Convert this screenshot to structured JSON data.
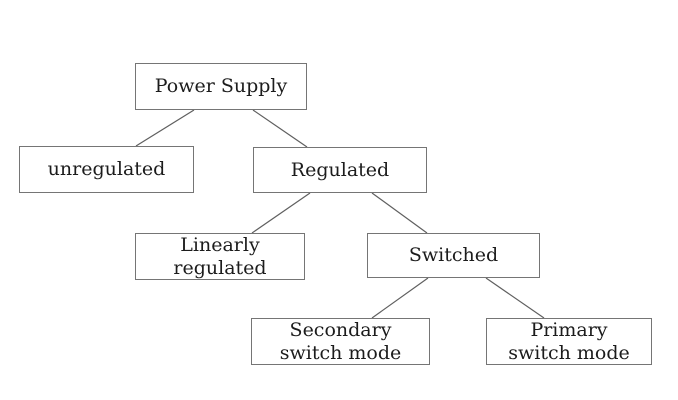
{
  "diagram": {
    "type": "tree",
    "nodes": {
      "power_supply": {
        "label": "Power Supply"
      },
      "unregulated": {
        "label": "unregulated"
      },
      "regulated": {
        "label": "Regulated"
      },
      "linearly_regulated": {
        "label": "Linearly\nregulated"
      },
      "switched": {
        "label": "Switched"
      },
      "secondary_switch_mode": {
        "label": "Secondary\nswitch mode"
      },
      "primary_switch_mode": {
        "label": "Primary\nswitch mode"
      }
    },
    "edges": [
      {
        "from": "power_supply",
        "to": "unregulated"
      },
      {
        "from": "power_supply",
        "to": "regulated"
      },
      {
        "from": "regulated",
        "to": "linearly_regulated"
      },
      {
        "from": "regulated",
        "to": "switched"
      },
      {
        "from": "switched",
        "to": "secondary_switch_mode"
      },
      {
        "from": "switched",
        "to": "primary_switch_mode"
      }
    ],
    "colors": {
      "background": "#ffffff",
      "box_border": "#757575",
      "edge_line": "#5f5f5f",
      "text": "#1c1c1c"
    }
  }
}
